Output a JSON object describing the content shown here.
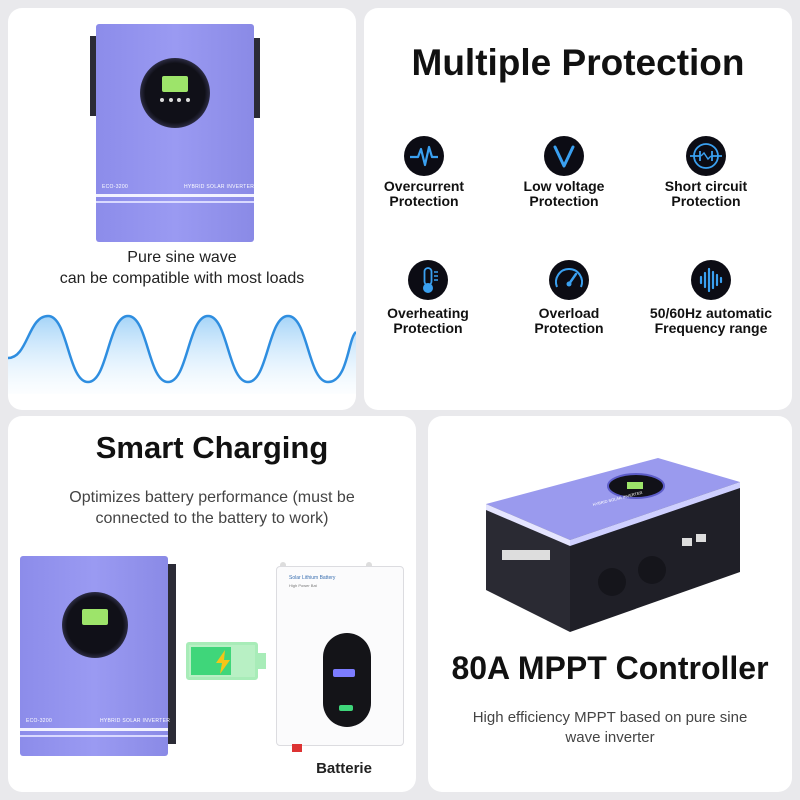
{
  "top_left": {
    "device_model": "ECO-3200",
    "device_brand_text": "HYBRID SOLAR INVERTER",
    "caption_line1": "Pure sine wave",
    "caption_line2": "can be compatible with most loads"
  },
  "top_right": {
    "title": "Multiple Protection",
    "items": [
      {
        "line1": "Overcurrent",
        "line2": "Protection",
        "icon": "pulse-icon"
      },
      {
        "line1": "Low voltage",
        "line2": "Protection",
        "icon": "v-chevron-icon"
      },
      {
        "line1": "Short circuit",
        "line2": "Protection",
        "icon": "circuit-icon"
      },
      {
        "line1": "Overheating",
        "line2": "Protection",
        "icon": "thermometer-icon"
      },
      {
        "line1": "Overload",
        "line2": "Protection",
        "icon": "gauge-icon"
      },
      {
        "line1": "50/60Hz automatic",
        "line2": "Frequency range",
        "icon": "sound-wave-icon"
      }
    ],
    "accent_color": "#2f8ee0"
  },
  "bottom_left": {
    "title": "Smart Charging",
    "desc_line1": "Optimizes battery performance (must be",
    "desc_line2": "connected to the battery to work)",
    "device_model": "ECO-3200",
    "device_brand_text": "HYBRID SOLAR INVERTER",
    "battery_label_1": "Solar Lithium Battery",
    "battery_label_2": "High Power Bat",
    "battery_caption": "Batterie",
    "charge_color": "#3fd67a"
  },
  "bottom_right": {
    "device_brand_text": "HYBRID SOLAR INVERTER",
    "title": "80A MPPT Controller",
    "desc_line1": "High efficiency MPPT based on pure sine",
    "desc_line2": "wave inverter"
  }
}
